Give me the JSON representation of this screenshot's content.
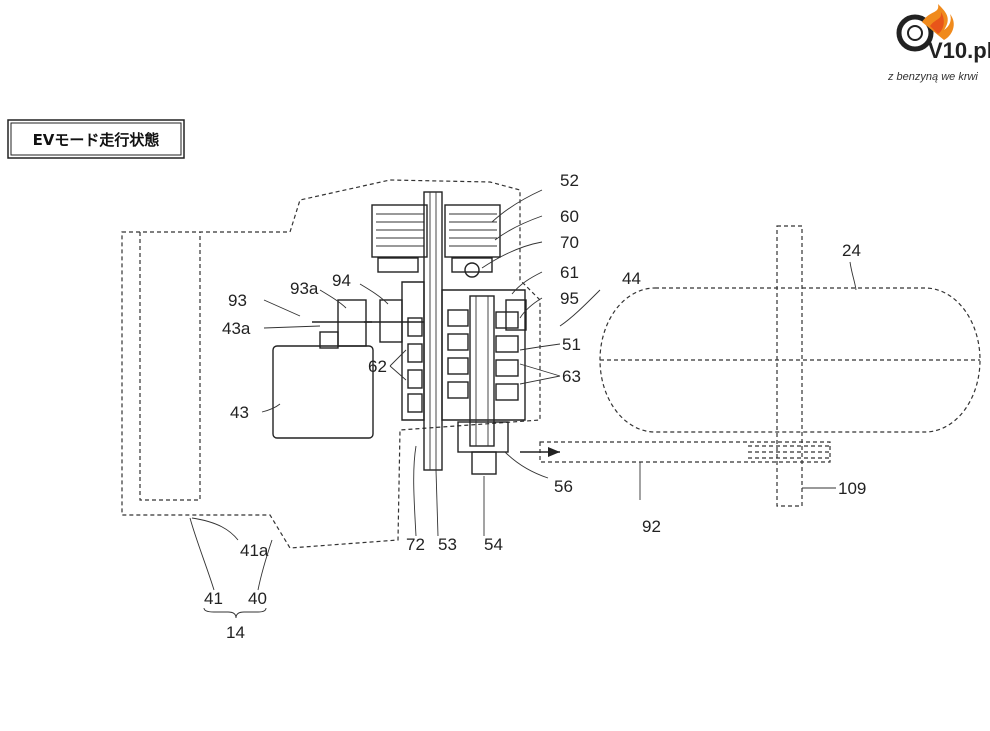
{
  "title_box": {
    "text": "EVモード走行状態"
  },
  "logo": {
    "brand": "V10.pl",
    "tagline": "z benzyną we krwi"
  },
  "labels": {
    "l52": "52",
    "l60": "60",
    "l70": "70",
    "l61": "61",
    "l95": "95",
    "l44": "44",
    "l51": "51",
    "l63": "63",
    "l24": "24",
    "l109": "109",
    "l56": "56",
    "l92": "92",
    "l54": "54",
    "l53": "53",
    "l72": "72",
    "l93": "93",
    "l93a": "93a",
    "l94": "94",
    "l43a": "43a",
    "l62": "62",
    "l43": "43",
    "l41a": "41a",
    "l41": "41",
    "l40": "40",
    "l14": "14"
  }
}
